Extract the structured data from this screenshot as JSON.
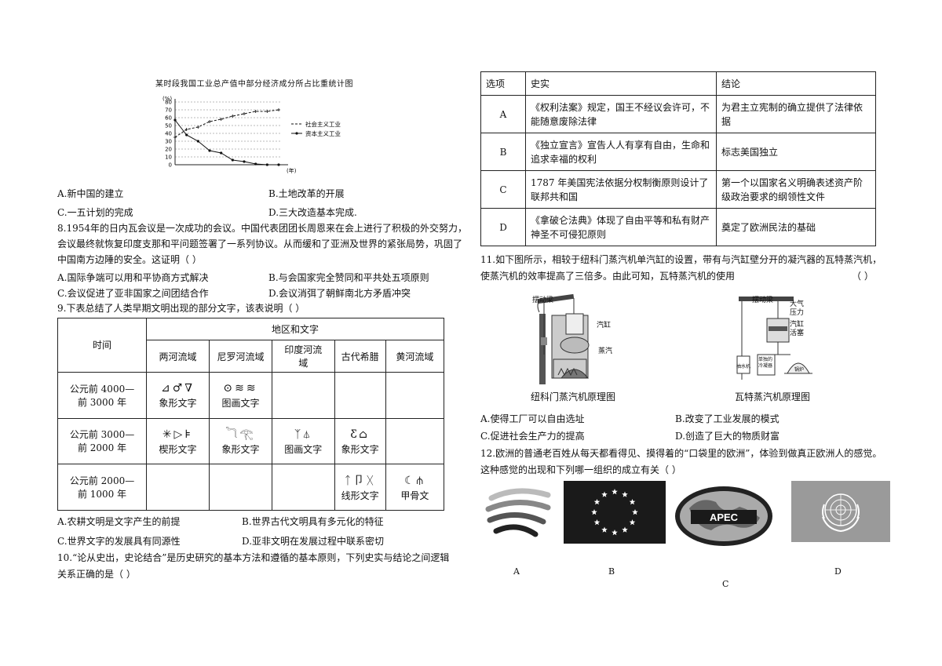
{
  "chart": {
    "title": "某时段我国工业总产值中部分经济成分所占比重统计图",
    "y_unit": "(%)",
    "x_unit": "(年)",
    "y_ticks": [
      "80",
      "70",
      "60",
      "50",
      "40",
      "30",
      "20",
      "10",
      "0"
    ],
    "legend": [
      "社会主义工业",
      "资本主义工业"
    ]
  },
  "chart_data": {
    "type": "line",
    "title": "某时段我国工业总产值中部分经济成分所占比重统计图",
    "ylabel": "(%)",
    "xlabel": "(年)",
    "ylim": [
      0,
      80
    ],
    "x": [
      1,
      2,
      3,
      4,
      5,
      6,
      7,
      8,
      9,
      10
    ],
    "series": [
      {
        "name": "社会主义工业",
        "values": [
          35,
          45,
          48,
          55,
          58,
          62,
          65,
          68,
          68,
          70
        ]
      },
      {
        "name": "资本主义工业",
        "values": [
          57,
          38,
          30,
          18,
          15,
          6,
          4,
          1,
          0,
          0
        ]
      }
    ]
  },
  "q7": {
    "A": "A.新中国的建立",
    "B": "B.土地改革的开展",
    "C": "C.一五计划的完成",
    "D": "D.三大改造基本完成."
  },
  "q8": {
    "line1": "8.1954年的日内瓦会议是一次成功的会议。中国代表团团长周恩来在会上进行了积极的外交努力，",
    "line2": "会议最终就恢复印度支那和平问题签署了一系列协议。从而缓和了亚洲及世界的紧张局势，巩固了",
    "line3": "中国南方边陲的安全。这证明（      ）",
    "A": "A.国际争端可以用和平协商方式解决",
    "B": "B.与会国家完全赞同和平共处五项原则",
    "C": "C.会议促进了亚非国家之间团结合作",
    "D": "D.会议消弭了朝鲜南北方矛盾冲突"
  },
  "q9": {
    "stem": "9.下表总结了人类早期文明出现的部分文字，该表说明（      ）",
    "table": {
      "time_header": "时间",
      "region_header": "地区和文字",
      "regions": [
        "两河流域",
        "尼罗河流域",
        "印度河流域",
        "古代希腊",
        "黄河流域"
      ],
      "rows": [
        {
          "time": "公元前 4000—前 3000 年",
          "cells": [
            {
              "glyph": "⊿♂∇",
              "label": "象形文字"
            },
            {
              "glyph": "⊙≋≋",
              "label": "图画文字"
            },
            {
              "glyph": "",
              "label": ""
            },
            {
              "glyph": "",
              "label": ""
            },
            {
              "glyph": "",
              "label": ""
            }
          ]
        },
        {
          "time": "公元前 3000—前 2000 年",
          "cells": [
            {
              "glyph": "✳▷⊧",
              "label": "楔形文字"
            },
            {
              "glyph": "𓆓𓂀",
              "label": "象形文字"
            },
            {
              "glyph": "ᛉ⏃",
              "label": "图画文字"
            },
            {
              "glyph": "Ƹ⌂",
              "label": "象形文字"
            },
            {
              "glyph": "",
              "label": ""
            }
          ]
        },
        {
          "time": "公元前 2000—前 1000 年",
          "cells": [
            {
              "glyph": "",
              "label": ""
            },
            {
              "glyph": "",
              "label": ""
            },
            {
              "glyph": "",
              "label": ""
            },
            {
              "glyph": "ᛏ卩ᚷ",
              "label": "线形文字"
            },
            {
              "glyph": "☾⫛",
              "label": "甲骨文"
            }
          ]
        }
      ]
    },
    "A": "A.农耕文明是文字产生的前提",
    "B": "B.世界古代文明具有多元化的特征",
    "C": "C.世界文字的发展具有同源性",
    "D": "D.亚非文明在发展过程中联系密切"
  },
  "q10": {
    "line1": "10.“论从史出，史论结合”是历史研究的基本方法和遵循的基本原则，下列史实与结论之间逻辑",
    "line2": "关系正确的是（      ）"
  },
  "facts_table": {
    "headers": [
      "选项",
      "史实",
      "结论"
    ],
    "rows": [
      {
        "opt": "A",
        "fact": "《权利法案》规定，国王不经议会许可，不能随意废除法律",
        "conclusion": "为君主立宪制的确立提供了法律依据"
      },
      {
        "opt": "B",
        "fact": "《独立宣言》宣告人人有享有自由，生命和追求幸福的权利",
        "conclusion": "标志美国独立"
      },
      {
        "opt": "C",
        "fact": "1787 年美国宪法依据分权制衡原则设计了联邦共和国",
        "conclusion": "第一个以国家名义明确表述资产阶级政治要求的纲领性文件"
      },
      {
        "opt": "D",
        "fact": "《拿破仑法典》体现了自由平等和私有财产神圣不可侵犯原则",
        "conclusion": "奠定了欧洲民法的基础"
      }
    ]
  },
  "q11": {
    "line1": "11.如下图所示，相较于纽科门蒸汽机单汽缸的设置，带有与汽缸壁分开的凝汽器的瓦特蒸汽机，",
    "line2": "使蒸汽机的效率提高了三倍多。由此可知，瓦特蒸汽机的使用",
    "bracket": "（      ）",
    "newcomen": {
      "caption": "纽科门蒸汽机原理图",
      "label_beam": "摆动梁",
      "label_cylinder": "汽缸",
      "label_steam": "蒸汽"
    },
    "watt": {
      "caption": "瓦特蒸汽机原理图",
      "label_beam": "摆动梁",
      "label_air": "大气压力",
      "label_cylinder": "汽缸活塞",
      "label_pump": "抽水机",
      "label_condenser": "单独的冷凝器",
      "label_boiler": "锅炉"
    },
    "A": "A.使得工厂可以自由选址",
    "B": "B.改变了工业发展的模式",
    "C": "C.促进社会生产力的提高",
    "D": "D.创造了巨大的物质财富"
  },
  "q12": {
    "line1": "12.欧洲的普通老百姓从每天都看得见、摸得着的“口袋里的欧洲”，体验到做真正欧洲人的感觉。",
    "line2": "这种感觉的出现和下列哪一组织的成立有关（      ）",
    "apec_text": "APEC",
    "labels": [
      "A",
      "B",
      "C",
      "D"
    ]
  }
}
